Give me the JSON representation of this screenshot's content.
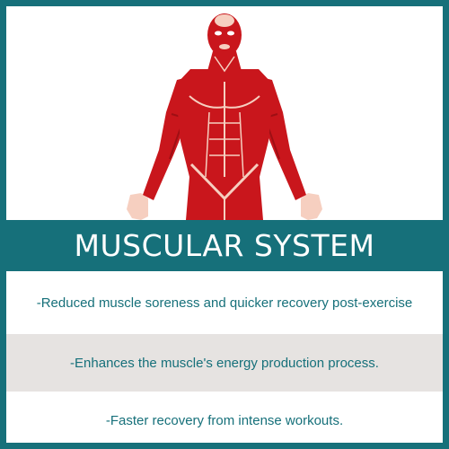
{
  "title": "MUSCULAR SYSTEM",
  "benefits": [
    "-Reduced muscle soreness and quicker recovery post-exercise",
    "-Enhances the muscle's energy production process.",
    "-Faster recovery from intense workouts."
  ],
  "colors": {
    "teal": "#16707a",
    "muscle_red": "#c9161c",
    "muscle_dark": "#9e0f14",
    "skin": "#f6cfc0",
    "band_gray": "#e6e3e1"
  },
  "illustration": "muscular-body-figure"
}
